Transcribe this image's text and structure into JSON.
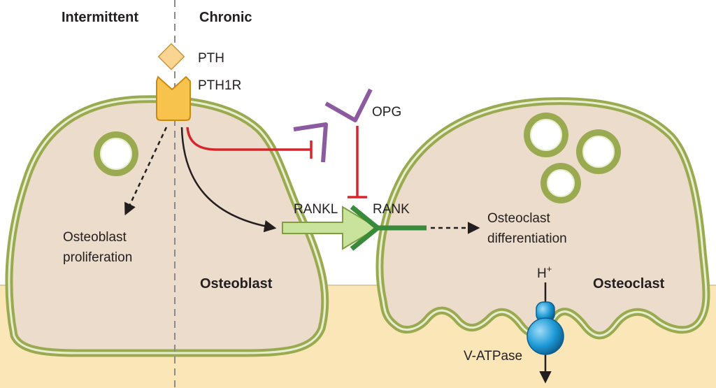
{
  "headers": {
    "left": "Intermittent",
    "right": "Chronic"
  },
  "labels": {
    "pth": "PTH",
    "pth1r": "PTH1R",
    "opg": "OPG",
    "rankl": "RANKL",
    "rank": "RANK",
    "osteoblast_prolif_1": "Osteoblast",
    "osteoblast_prolif_2": "proliferation",
    "osteoclast_diff_1": "Osteoclast",
    "osteoclast_diff_2": "differentiation",
    "osteoblast": "Osteoblast",
    "osteoclast": "Osteoclast",
    "proton": "H",
    "proton_sup": "+",
    "vatpase": "V-ATPase"
  },
  "colors": {
    "cell_fill": "#ecdccb",
    "cell_border": "#9aaa50",
    "bone": "#fbe6b8",
    "receptor": "#f8c34d",
    "pth": "#fad592",
    "opg": "#8b5a9f",
    "inhibit": "#d7262b",
    "rankl": "#c9e39c",
    "rank": "#3a8a3c",
    "pump": "#1e9ad6"
  }
}
